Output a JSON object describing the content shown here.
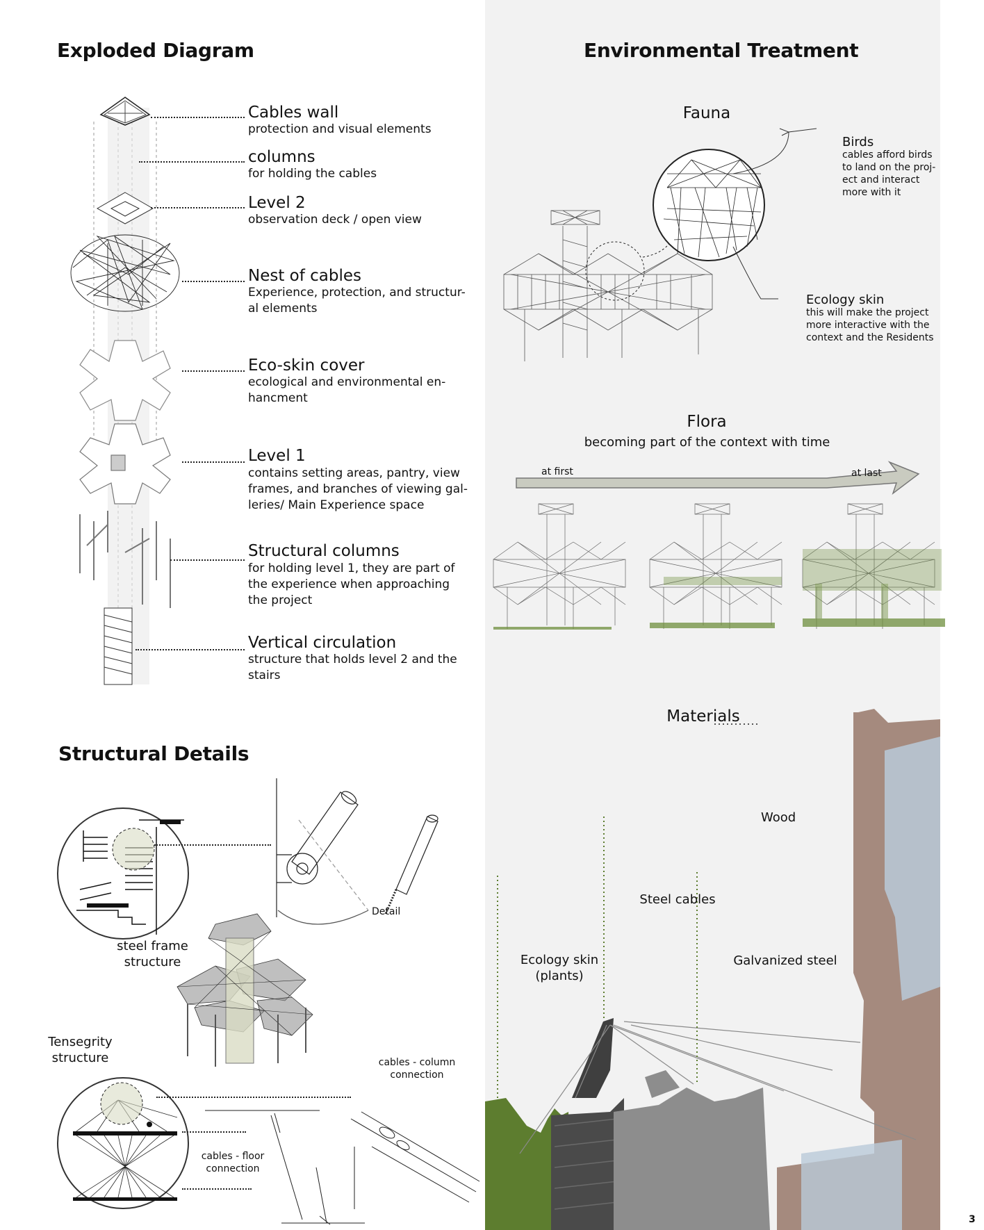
{
  "exploded": {
    "title": "Exploded Diagram",
    "items": [
      {
        "name": "Cables wall",
        "desc": "protection and visual elements"
      },
      {
        "name": "columns",
        "desc": "for holding the cables"
      },
      {
        "name": "Level 2",
        "desc": "observation deck / open view"
      },
      {
        "name": "Nest of cables",
        "desc": "Experience, protection, and structur-\nal elements"
      },
      {
        "name": "Eco-skin cover",
        "desc": "ecological and environmental en-\nhancment"
      },
      {
        "name": "Level 1",
        "desc": "contains setting areas,  pantry, view\nframes, and branches of viewing gal-\nleries/ Main Experience space"
      },
      {
        "name": "Structural columns",
        "desc": "for holding level 1, they are part of\nthe experience when approaching\nthe project"
      },
      {
        "name": "Vertical circulation",
        "desc": "structure that holds level 2 and the\nstairs"
      }
    ]
  },
  "structural": {
    "title": "Structural Details",
    "detail": "Detail",
    "steel_frame": "steel frame\nstructure",
    "tensegrity": "Tensegrity\nstructure",
    "cables_column": "cables - column\nconnection",
    "cables_floor": "cables - floor\nconnection"
  },
  "environmental": {
    "title": "Environmental Treatment",
    "fauna": {
      "title": "Fauna",
      "birds_title": "Birds",
      "birds_desc": "cables afford birds\nto land on the proj-\nect and interact\nmore with it",
      "eco_title": "Ecology skin",
      "eco_desc": "this will make the project\nmore interactive with the\ncontext and the Residents"
    },
    "flora": {
      "title": "Flora",
      "subtitle": "becoming part of the context with time",
      "at_first": "at first",
      "at_last": "at last"
    },
    "materials": {
      "title": "Materials",
      "wood": "Wood",
      "steel_cables": "Steel cables",
      "galvanized": "Galvanized steel",
      "eco_skin": "Ecology skin\n(plants)"
    }
  },
  "page_number": "3"
}
